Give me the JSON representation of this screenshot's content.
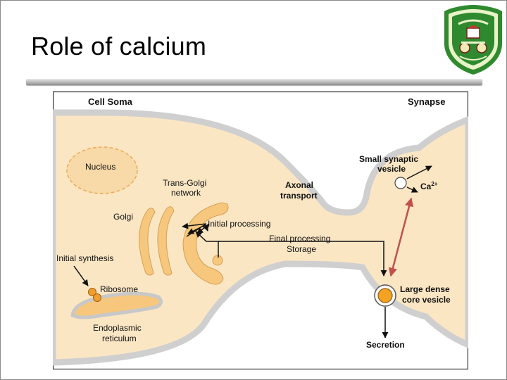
{
  "slide": {
    "title": "Role of calcium"
  },
  "diagram": {
    "cell_soma": "Cell Soma",
    "synapse": "Synapse",
    "nucleus": "Nucleus",
    "trans_golgi": [
      "Trans-Golgi",
      "network"
    ],
    "golgi": "Golgi",
    "initial_processing": "Initial processing",
    "axonal_transport": [
      "Axonal",
      "transport"
    ],
    "final_processing": [
      "Final processing",
      "Storage"
    ],
    "initial_synthesis": "Initial synthesis",
    "ribosome": "Ribosome",
    "er": [
      "Endoplasmic",
      "reticulum"
    ],
    "small_vesicle": [
      "Small synaptic",
      "vesicle"
    ],
    "ca_label": "Ca",
    "ca_charge": "2+",
    "large_vesicle": [
      "Large dense",
      "core vesicle"
    ],
    "secretion": "Secretion"
  },
  "colors": {
    "cytoplasm": "#fbe6c4",
    "membrane": "#cfcfcf",
    "organelle": "#f6c77c",
    "vesicle_core": "#f2a324",
    "calcium_arrow": "#c0504d",
    "logo_green": "#2f8a2f"
  }
}
